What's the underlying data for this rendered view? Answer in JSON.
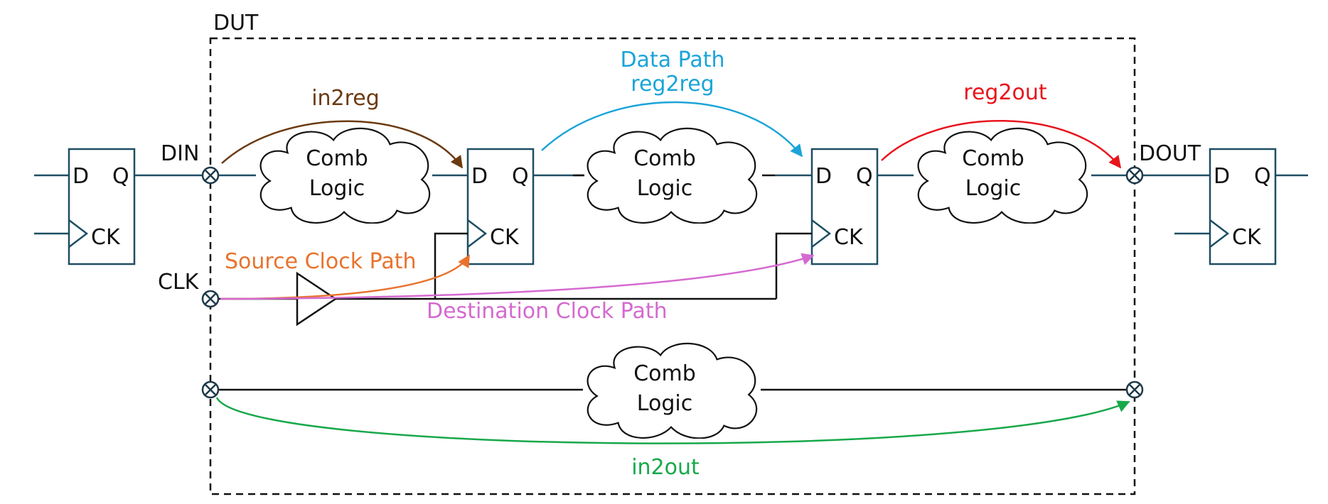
{
  "dut": {
    "label": "DUT"
  },
  "ports": {
    "din": "DIN",
    "dout": "DOUT",
    "clk": "CLK"
  },
  "flipflops": {
    "d": "D",
    "q": "Q",
    "ck": "CK"
  },
  "clouds": [
    {
      "line1": "Comb",
      "line2": "Logic"
    },
    {
      "line1": "Comb",
      "line2": "Logic"
    },
    {
      "line1": "Comb",
      "line2": "Logic"
    },
    {
      "line1": "Comb",
      "line2": "Logic"
    }
  ],
  "paths": {
    "in2reg": "in2reg",
    "data_path": "Data Path",
    "reg2reg": "reg2reg",
    "reg2out": "reg2out",
    "source_clock": "Source Clock Path",
    "destination_clock": "Destination Clock Path",
    "in2out": "in2out"
  },
  "colors": {
    "in2reg": "#6b3a10",
    "reg2reg": "#1ba4d8",
    "reg2out": "#e8141c",
    "source_clock": "#e8732e",
    "destination_clock": "#d46ad0",
    "in2out": "#18a84a",
    "flipflop": "#1d4e63"
  }
}
